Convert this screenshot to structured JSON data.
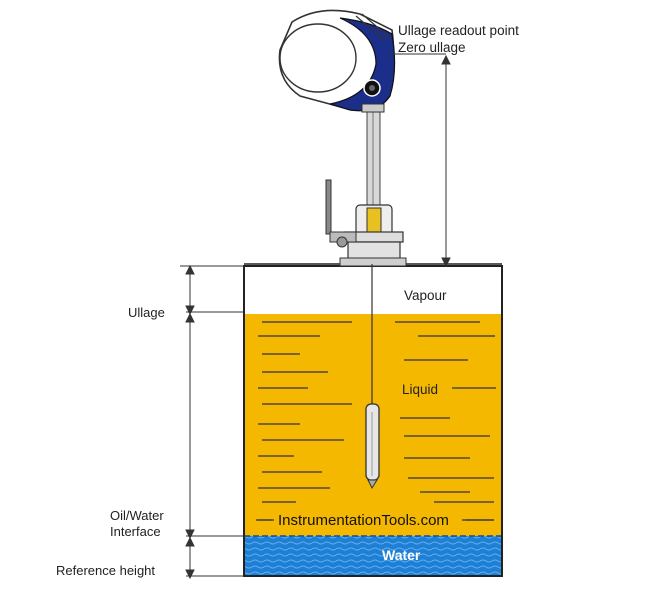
{
  "labels": {
    "ullage_readout": "Ullage readout point",
    "zero_ullage": "Zero ullage",
    "vapour": "Vapour",
    "liquid": "Liquid",
    "water": "Water",
    "ullage": "Ullage",
    "oil_water_line1": "Oil/Water",
    "oil_water_line2": "Interface",
    "reference_height": "Reference height",
    "watermark": "InstrumentationTools.com"
  },
  "colors": {
    "liquid": "#f5b800",
    "water": "#1f7fd4",
    "vapour": "#ffffff",
    "gauge_body": "#1a2e8a",
    "outline": "#222222"
  },
  "icons": {
    "gauge_head": "ullage-gauge-head-icon",
    "float": "float-icon",
    "valve": "valve-icon"
  }
}
